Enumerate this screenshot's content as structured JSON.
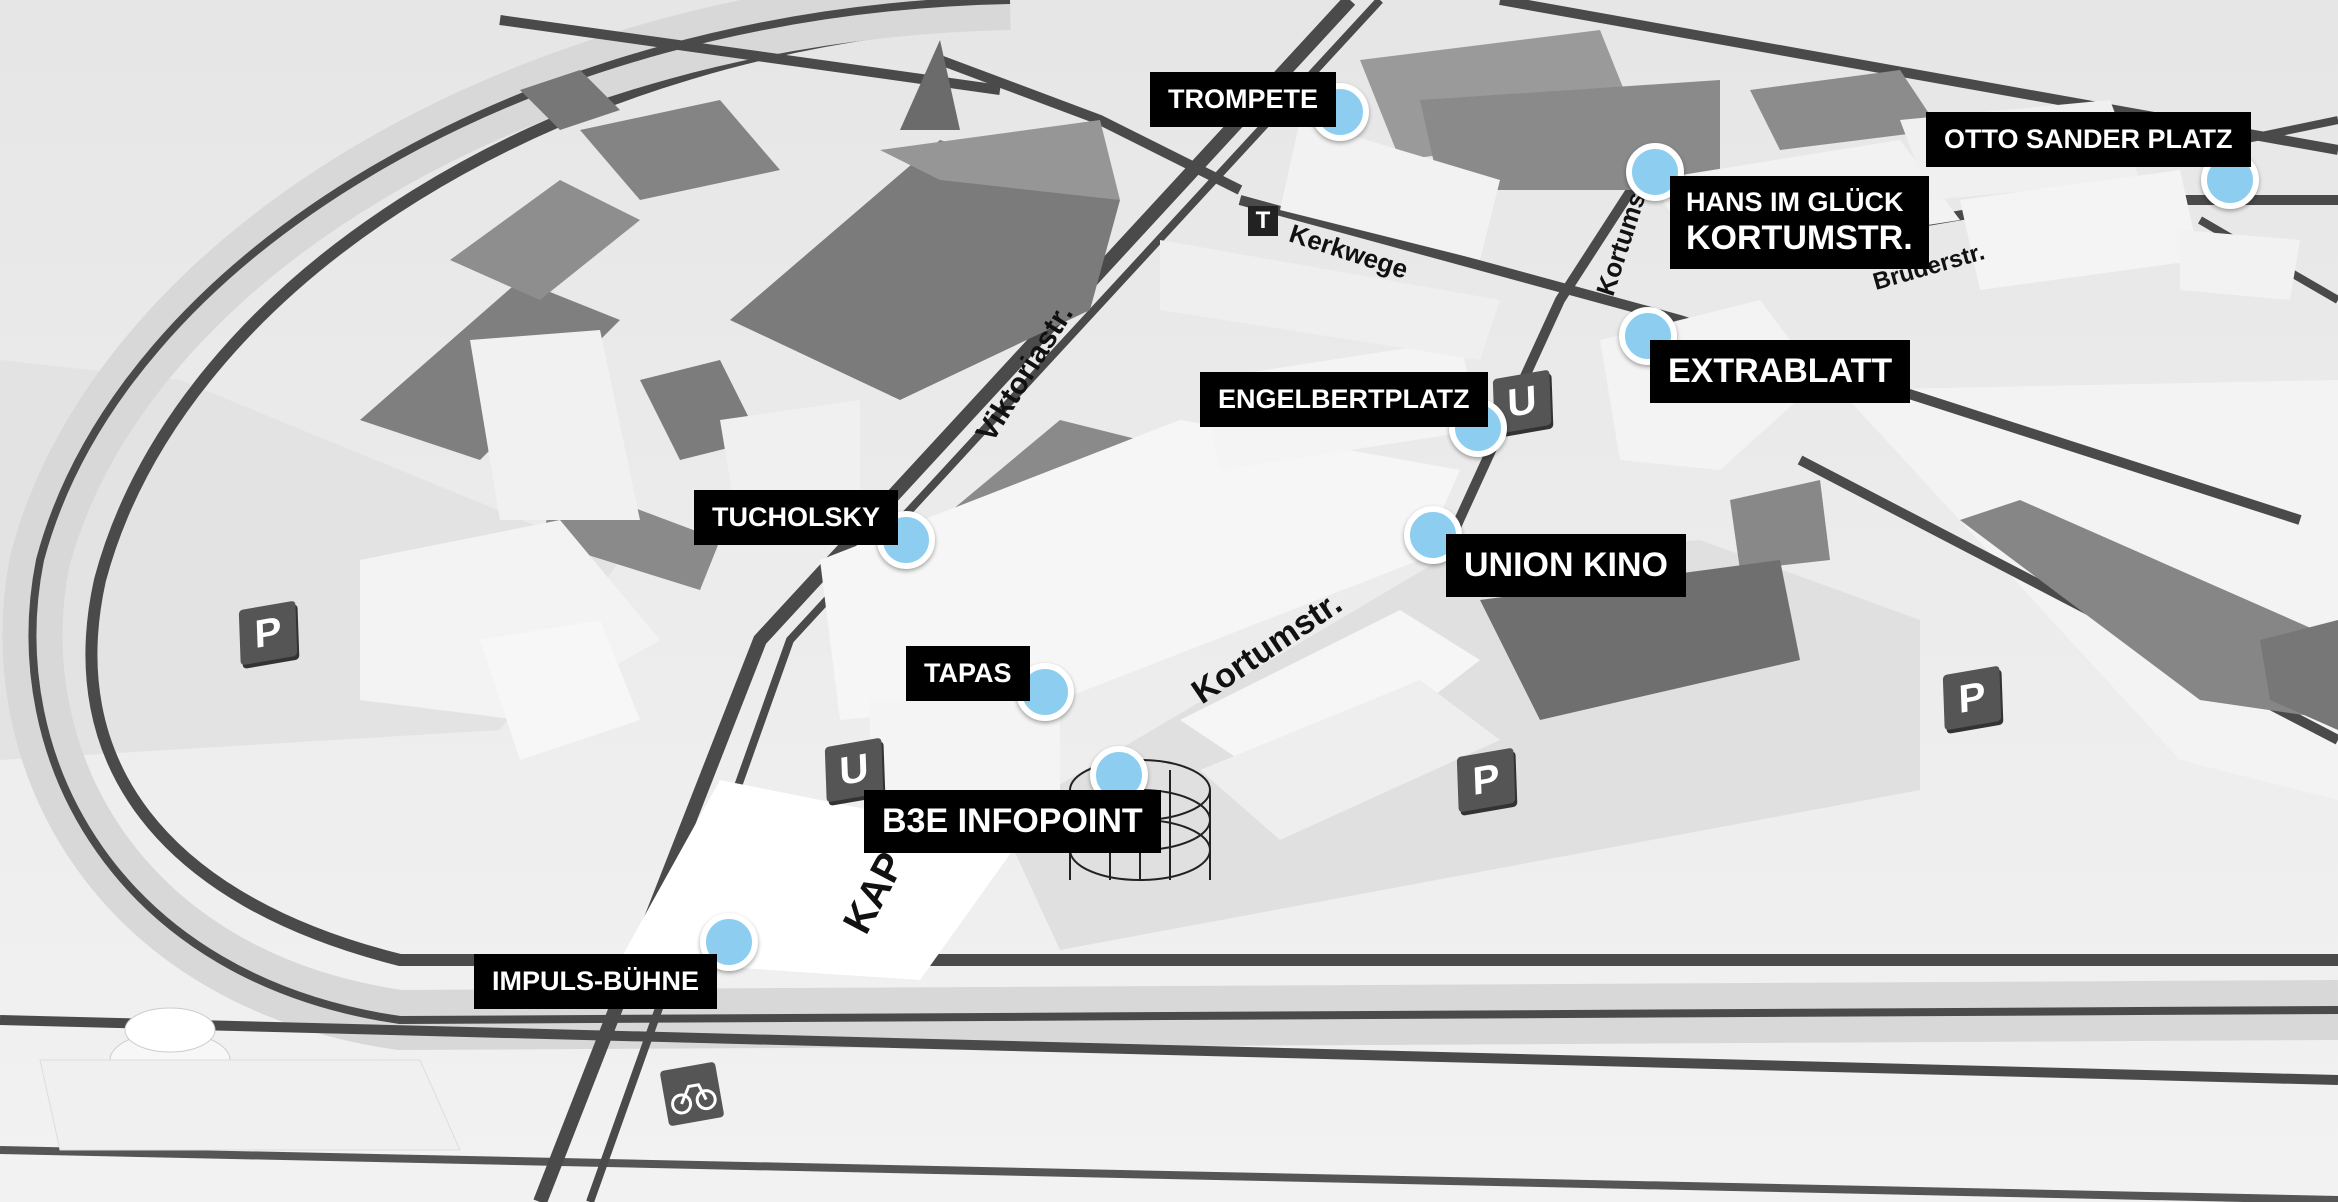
{
  "pois": [
    {
      "id": "trompete",
      "label": "TROMPETE"
    },
    {
      "id": "hans",
      "label_line1": "HANS IM GLÜCK",
      "label_line2": "KORTUMSTR."
    },
    {
      "id": "otto",
      "label": "OTTO SANDER PLATZ"
    },
    {
      "id": "extrablatt",
      "label": "EXTRABLATT"
    },
    {
      "id": "engelbert",
      "label": "ENGELBERTPLATZ"
    },
    {
      "id": "tucholsky",
      "label": "TUCHOLSKY"
    },
    {
      "id": "union",
      "label": "UNION KINO"
    },
    {
      "id": "tapas",
      "label": "TAPAS"
    },
    {
      "id": "b3e",
      "label": "B3E INFOPOINT"
    },
    {
      "id": "impuls",
      "label": "IMPULS-BÜHNE"
    }
  ],
  "streets": {
    "viktoriastr": "Viktoriastr.",
    "kortumstr_main": "Kortumstr.",
    "kortumstr_north": "Kortumstr.",
    "kerkwege": "Kerkwege",
    "bruderstr": "Bruderstr.",
    "kap": "KAP"
  },
  "signs": {
    "parking": "P",
    "ubahn": "U",
    "tram": "T"
  },
  "colors": {
    "marker": "#8ccdf0",
    "label_bg": "#000000",
    "label_text": "#ffffff",
    "road": "#4a4a4a",
    "building_dark": "#8a8a8a",
    "building_light": "#f4f4f4"
  },
  "icons": {
    "bicycle": "bicycle-icon",
    "fountain": "fountain-icon"
  }
}
